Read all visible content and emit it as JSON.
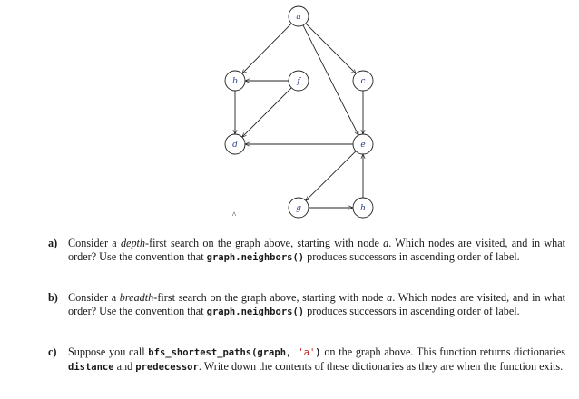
{
  "graph": {
    "nodes": [
      {
        "id": "a",
        "label": "a"
      },
      {
        "id": "b",
        "label": "b"
      },
      {
        "id": "c",
        "label": "c"
      },
      {
        "id": "d",
        "label": "d"
      },
      {
        "id": "e",
        "label": "e"
      },
      {
        "id": "f",
        "label": "f"
      },
      {
        "id": "g",
        "label": "g"
      },
      {
        "id": "h",
        "label": "h"
      }
    ],
    "edges": [
      {
        "from": "a",
        "to": "b"
      },
      {
        "from": "a",
        "to": "c"
      },
      {
        "from": "a",
        "to": "e"
      },
      {
        "from": "f",
        "to": "b"
      },
      {
        "from": "f",
        "to": "d"
      },
      {
        "from": "b",
        "to": "d"
      },
      {
        "from": "c",
        "to": "e"
      },
      {
        "from": "e",
        "to": "d"
      },
      {
        "from": "e",
        "to": "g"
      },
      {
        "from": "g",
        "to": "h"
      },
      {
        "from": "h",
        "to": "e"
      }
    ],
    "stray_mark": "^"
  },
  "questions": {
    "a": {
      "label": "a)",
      "t1": "Consider a ",
      "em": "depth",
      "t2": "-first search on the graph above, starting with node ",
      "node": "a",
      "t3": ". Which nodes are visited, and in what order? Use the convention that ",
      "code": "graph.neighbors()",
      "t4": " produces successors in ascending order of label."
    },
    "b": {
      "label": "b)",
      "t1": "Consider a ",
      "em": "breadth",
      "t2": "-first search on the graph above, starting with node ",
      "node": "a",
      "t3": ". Which nodes are visited, and in what order? Use the convention that ",
      "code": "graph.neighbors()",
      "t4": " produces successors in ascending order of label."
    },
    "c": {
      "label": "c)",
      "t1": "Suppose you call ",
      "code1": "bfs_shortest_paths(graph, ",
      "str": "'a'",
      "code2": ")",
      "t2": " on the graph above. This function returns dictionaries ",
      "code3": "distance",
      "t3": " and ",
      "code4": "predecessor",
      "t4": ". Write down the contents of these dictionaries as they are when the function exits."
    }
  }
}
